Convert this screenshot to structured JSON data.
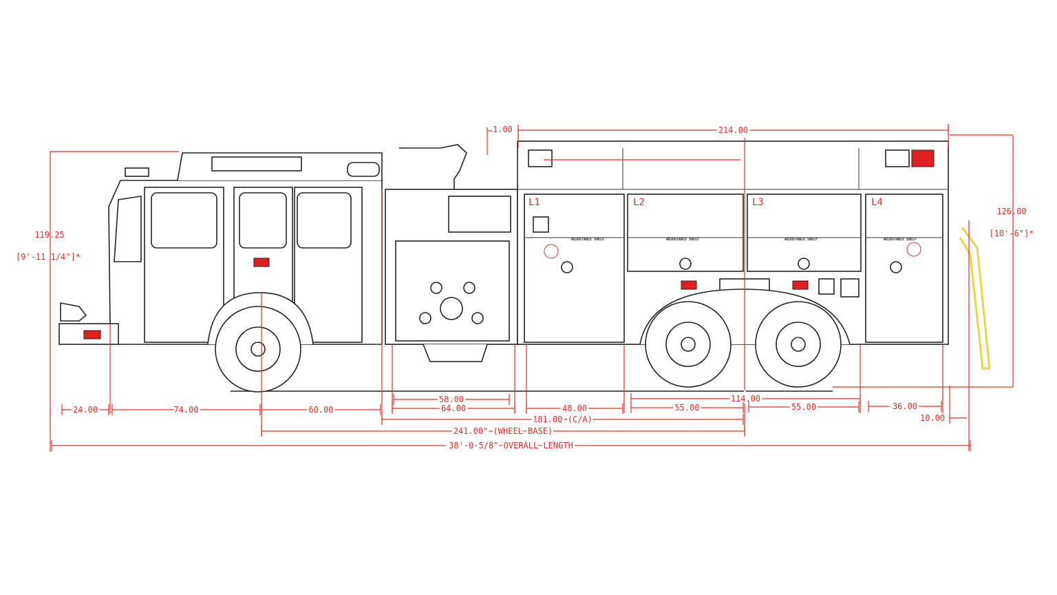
{
  "colors": {
    "dimension": "#e0302a",
    "outline": "#222222",
    "light": "#e02020",
    "ladder": "#e8d44a"
  },
  "height_left": {
    "value": "119.25",
    "imperial": "[9'-11 1/4\"]*"
  },
  "height_right": {
    "value": "126.00",
    "imperial": "[10'-6\"]*"
  },
  "top_dims": {
    "offset": "1.00",
    "body_length": "214.00"
  },
  "compartments": [
    "L1",
    "L2",
    "L3",
    "L4"
  ],
  "shelf_label": "ADJUSTABLE SHELF",
  "bottom_dims": {
    "front_bumper": "24.00",
    "cab_front": "74.00",
    "cab_rear": "60.00",
    "pump_upper": "58.00",
    "pump_lower": "64.00",
    "l1": "48.00",
    "l2": "55.00",
    "l3": "55.00",
    "l4": "36.00",
    "rear_span": "114.00",
    "rear_step": "10.00",
    "cab_to_axle": "181.00 (C/A)",
    "wheel_base": "241.00\" (WHEEL BASE)",
    "overall": "38'-0 5/8\" OVERALL LENGTH"
  }
}
